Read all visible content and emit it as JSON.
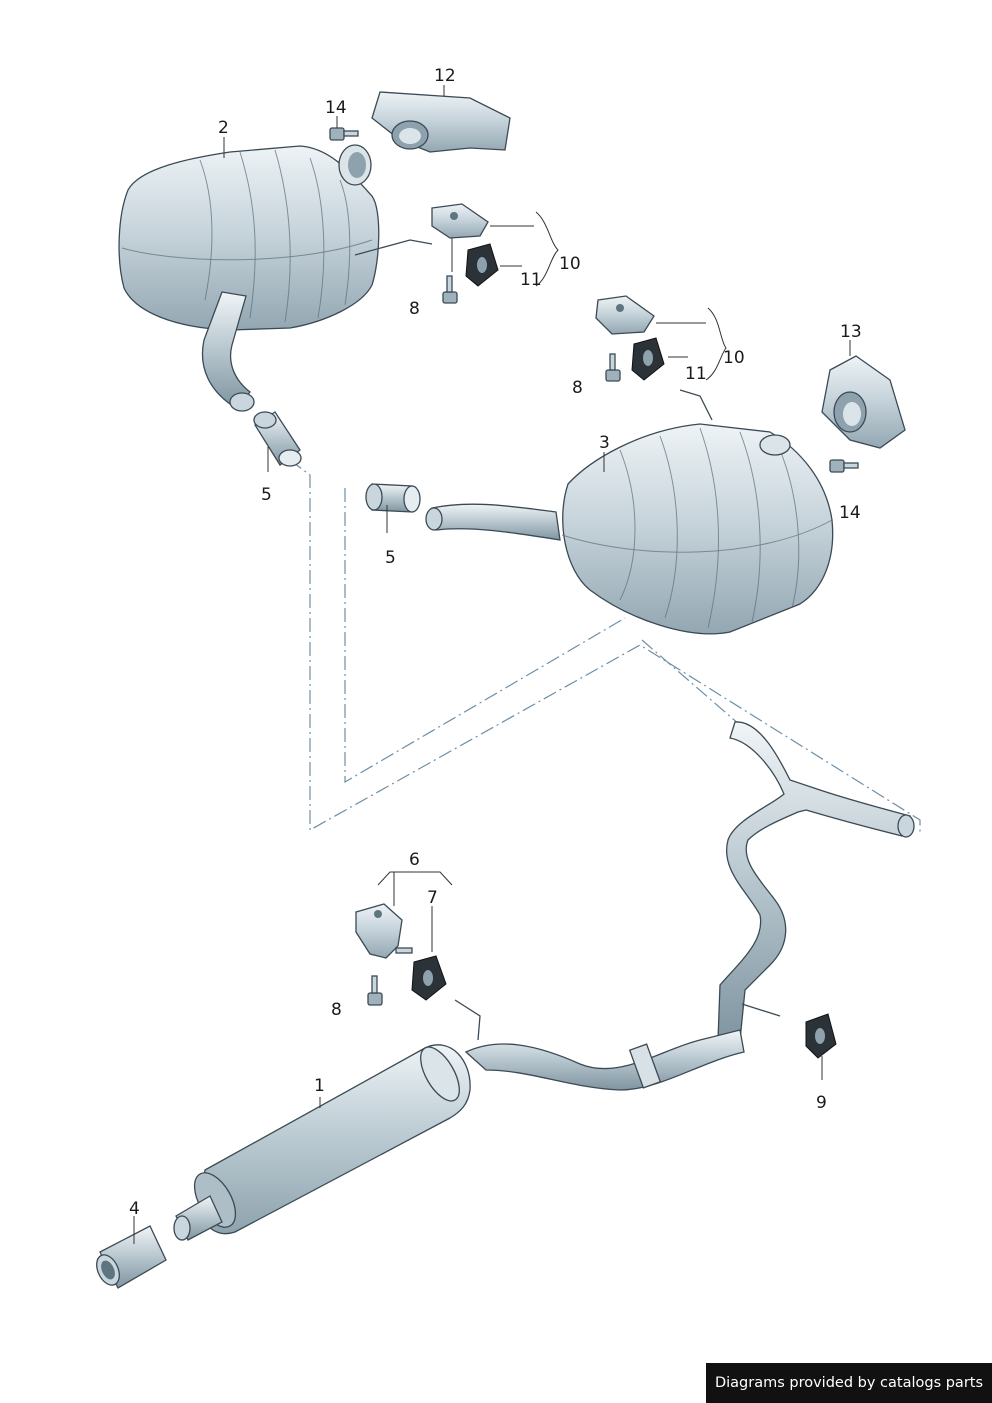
{
  "callouts": {
    "c1": "1",
    "c2": "2",
    "c3": "3",
    "c4": "4",
    "c5a": "5",
    "c5b": "5",
    "c6": "6",
    "c7": "7",
    "c8a": "8",
    "c8b": "8",
    "c8c": "8",
    "c9": "9",
    "c10a": "10",
    "c10b": "10",
    "c11a": "11",
    "c11b": "11",
    "c12": "12",
    "c13": "13",
    "c14a": "14",
    "c14b": "14"
  },
  "credit": "Diagrams provided by catalogs parts",
  "colors": {
    "metal_light": "#dfe7ec",
    "metal_mid": "#b9c8d0",
    "metal_dark": "#8da2ad",
    "outline": "#3b4a54",
    "dash": "#6d8fa6",
    "rubber": "#2c3338"
  }
}
